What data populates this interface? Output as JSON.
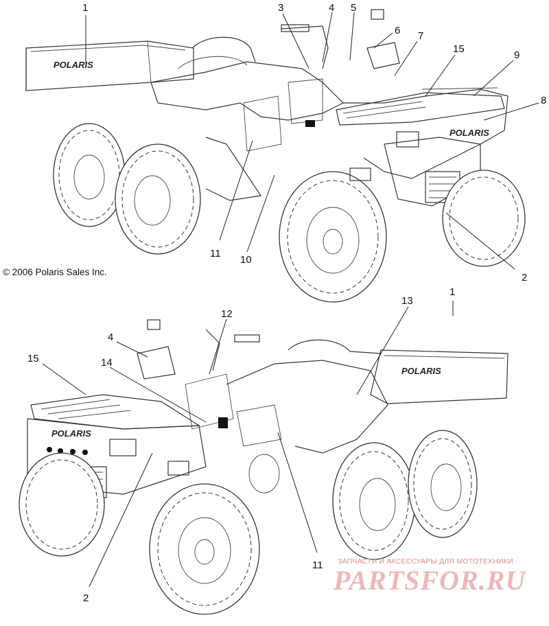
{
  "copyright": "© 2006 Polaris Sales Inc.",
  "watermark": {
    "tagline": "ЗАПЧАСТИ И АКСЕССУАРЫ ДЛЯ МОТОТЕХНИКИ",
    "brand": "PARTSFOR.RU",
    "color": "#e06060"
  },
  "decal_text": {
    "cargo_box_logo": "POLARIS",
    "front_rack_logo": "POLARIS"
  },
  "top_view_callouts": [
    "1",
    "3",
    "4",
    "5",
    "6",
    "7",
    "15",
    "9",
    "8",
    "11",
    "10",
    "2"
  ],
  "bottom_view_callouts": [
    "13",
    "1",
    "12",
    "4",
    "15",
    "14",
    "11",
    "2"
  ]
}
